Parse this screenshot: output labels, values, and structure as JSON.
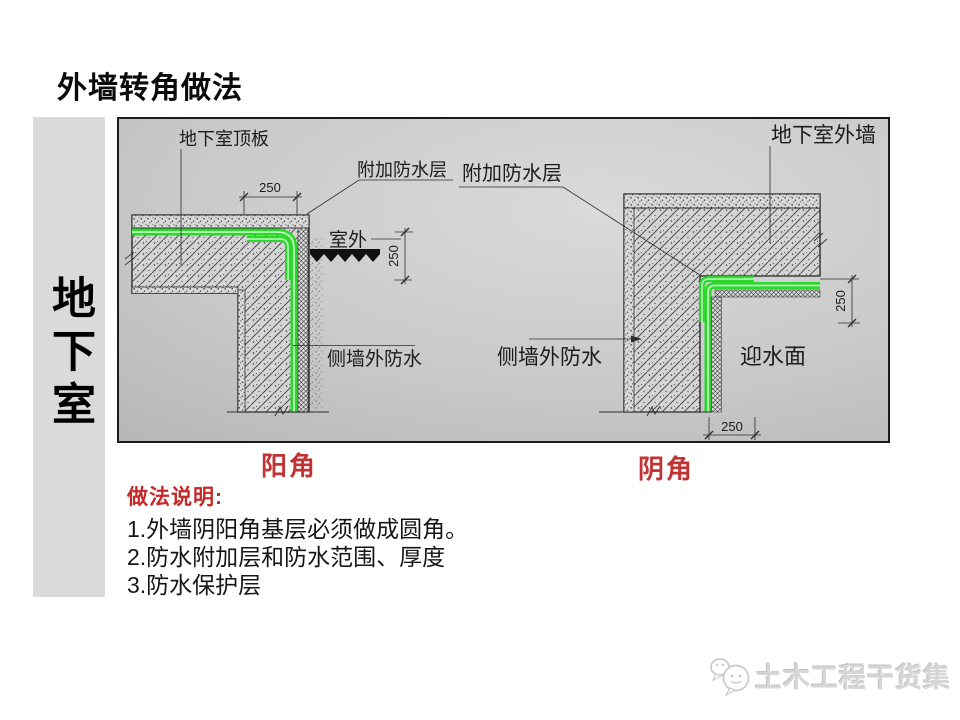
{
  "slide": {
    "title": "外墙转角做法",
    "sidebar_label": "地下室"
  },
  "diagram_left": {
    "caption": "阳角",
    "label_roof": "地下室顶板",
    "label_extra": "附加防水层",
    "label_outdoor": "室外",
    "label_sidewall": "侧墙外防水",
    "dim_top": "250",
    "dim_side": "250"
  },
  "diagram_right": {
    "caption": "阴角",
    "label_wall": "地下室外墙",
    "label_extra": "附加防水层",
    "label_sidewall": "侧墙外防水",
    "label_waterface": "迎水面",
    "dim_side": "250",
    "dim_bottom": "250"
  },
  "notes": {
    "heading": "做法说明:",
    "items": [
      "1.外墙阴阳角基层必须做成圆角。",
      "2.防水附加层和防水范围、厚度",
      "3.防水保护层"
    ]
  },
  "watermark": {
    "text": "土木工程干货集"
  },
  "colors": {
    "waterproof_green": "#2bd82b",
    "green_core": "#c4f7c4",
    "caption_red": "#c23333",
    "notes_red": "#c62828",
    "panel_border": "#1b1b1b",
    "sidebar_gray": "#dadada",
    "concrete_gray": "#d4d4d4"
  }
}
